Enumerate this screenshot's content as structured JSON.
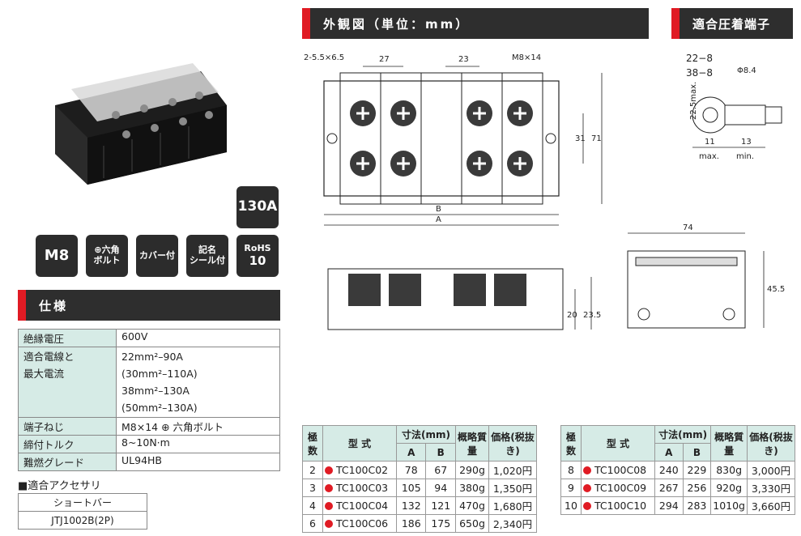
{
  "header_diagram": "外観図（単位：mm）",
  "header_terminal": "適合圧着端子",
  "header_spec": "仕様",
  "badges": {
    "current": "130A",
    "screw": "M8",
    "hex_line1": "⊕六角",
    "hex_line2": "ボルト",
    "cover": "カバー付",
    "seal_line1": "記名",
    "seal_line2": "シール付",
    "rohs_line1": "RoHS",
    "rohs_line2": "10"
  },
  "spec": {
    "rows": [
      {
        "key": "絶縁電圧",
        "value": "600V"
      },
      {
        "key": "適合電線と",
        "key2": "最大電流",
        "values": [
          " 22mm²–90A",
          "(30mm²–110A)",
          " 38mm²–130A",
          "(50mm²–130A)"
        ]
      },
      {
        "key": "端子ねじ",
        "value": "M8×14 ⊕ 六角ボルト"
      },
      {
        "key": "締付トルク",
        "value": "8~10N·m"
      },
      {
        "key": "難燃グレード",
        "value": "UL94HB"
      }
    ]
  },
  "accessory": {
    "title": "■適合アクセサリ",
    "header": "ショートバー",
    "value": "JTJ1002B(2P)"
  },
  "diagram": {
    "holes": "2-5.5×6.5",
    "pitch1": "27",
    "pitch2": "23",
    "bolt": "M8×14",
    "d31": "31",
    "d71": "71",
    "dimB": "B",
    "dimA": "A",
    "d74": "74",
    "d455": "45.5",
    "d20": "20",
    "d235": "23.5"
  },
  "terminal": {
    "sizes1": "22−8",
    "sizes2": "38−8",
    "phi": "Φ8.4",
    "h": "22.5max.",
    "w1": "11",
    "w2": "13",
    "max": "max.",
    "min": "min."
  },
  "table_headers": {
    "poles": "極数",
    "model": "型 式",
    "dims": "寸法(mm)",
    "A": "A",
    "B": "B",
    "mass": "概略質量",
    "price": "価格(税抜き)"
  },
  "table_left": [
    {
      "poles": "2",
      "model": "TC100C02",
      "A": "78",
      "B": "67",
      "mass": "290g",
      "price": "1,020円"
    },
    {
      "poles": "3",
      "model": "TC100C03",
      "A": "105",
      "B": "94",
      "mass": "380g",
      "price": "1,350円"
    },
    {
      "poles": "4",
      "model": "TC100C04",
      "A": "132",
      "B": "121",
      "mass": "470g",
      "price": "1,680円"
    },
    {
      "poles": "6",
      "model": "TC100C06",
      "A": "186",
      "B": "175",
      "mass": "650g",
      "price": "2,340円"
    }
  ],
  "table_right": [
    {
      "poles": "8",
      "model": "TC100C08",
      "A": "240",
      "B": "229",
      "mass": "830g",
      "price": "3,000円"
    },
    {
      "poles": "9",
      "model": "TC100C09",
      "A": "267",
      "B": "256",
      "mass": "920g",
      "price": "3,330円"
    },
    {
      "poles": "10",
      "model": "TC100C10",
      "A": "294",
      "B": "283",
      "mass": "1010g",
      "price": "3,660円"
    }
  ]
}
